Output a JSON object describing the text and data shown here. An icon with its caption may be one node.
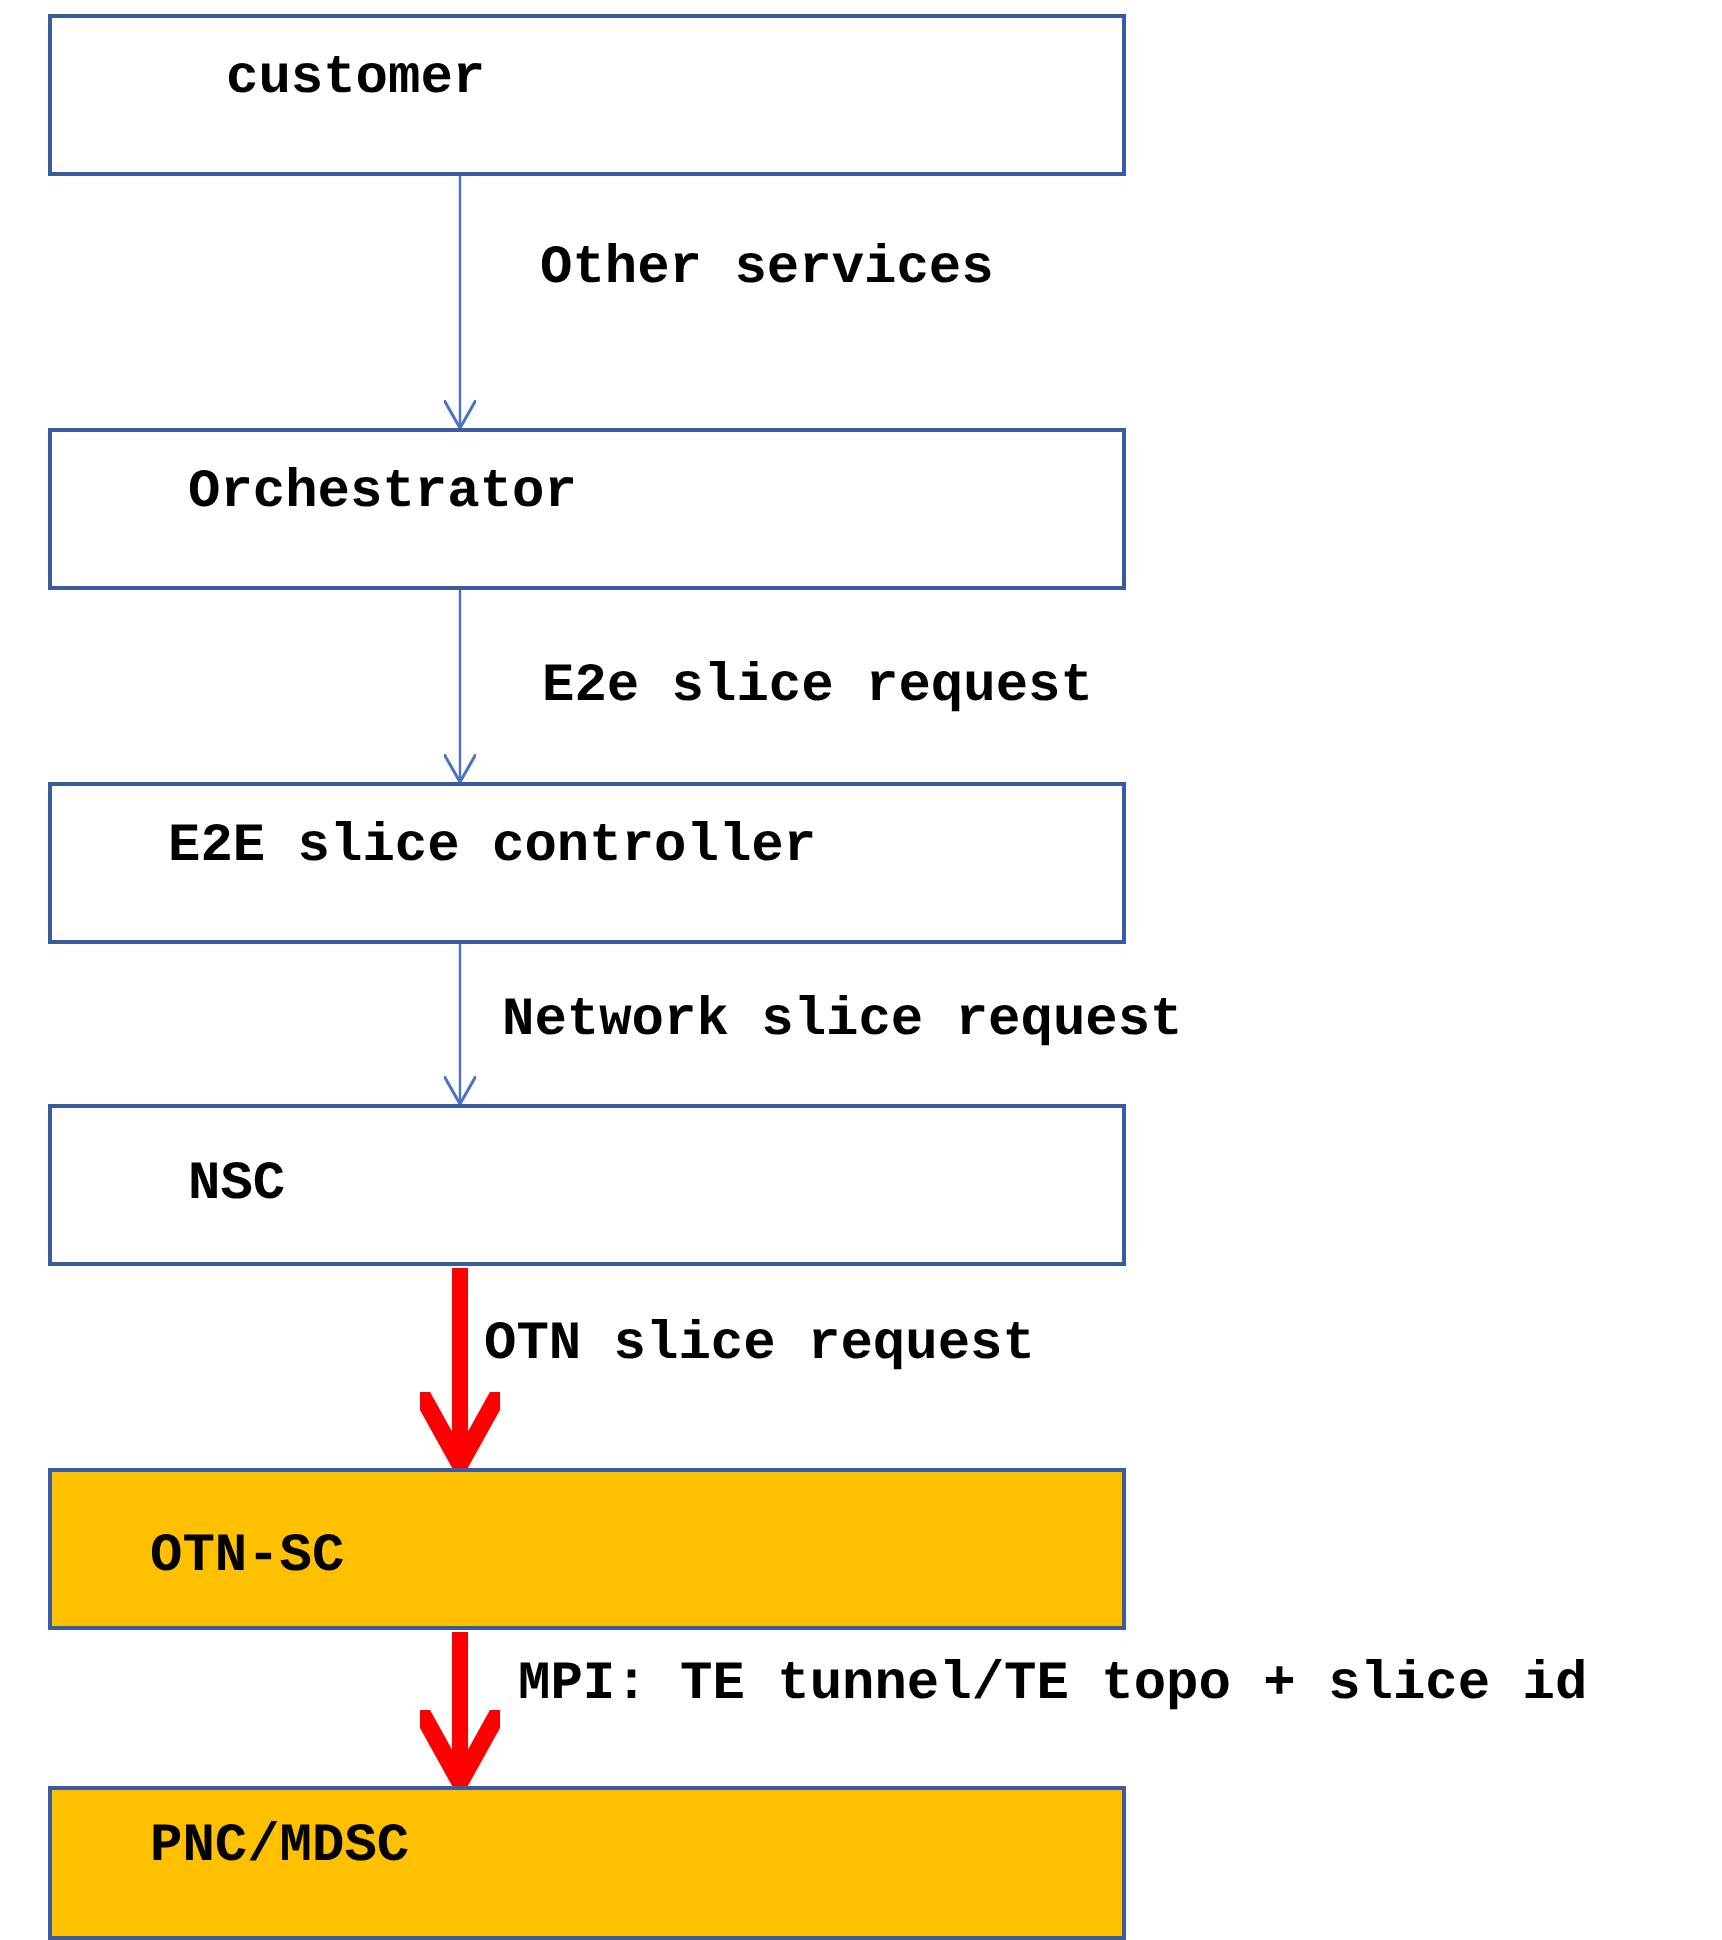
{
  "diagram": {
    "nodes": [
      {
        "text": [
          "customer"
        ]
      },
      {
        "text": [
          "Orchestrator"
        ]
      },
      {
        "text": [
          "E2E slice controller"
        ]
      },
      {
        "text": [
          "NSC"
        ]
      },
      {
        "text": [
          "OTN-SC"
        ]
      },
      {
        "text": [
          "PNC/MDSC"
        ]
      }
    ],
    "edges": [
      {
        "from": 0,
        "to": 1,
        "arrow": "to",
        "label": "Other services"
      },
      {
        "from": 1,
        "to": 2,
        "arrow": "to",
        "label": "E2e slice request"
      },
      {
        "from": 2,
        "to": 3,
        "arrow": "to",
        "label": "Network slice request"
      },
      {
        "from": 3,
        "to": 4,
        "arrow": "to",
        "label": "OTN slice request",
        "style": "thick",
        "color": "#ff0000"
      },
      {
        "from": 4,
        "to": 5,
        "arrow": "to",
        "label": "MPI: TE tunnel/TE topo + slice id",
        "style": "thick",
        "color": "#ff0000"
      }
    ]
  }
}
